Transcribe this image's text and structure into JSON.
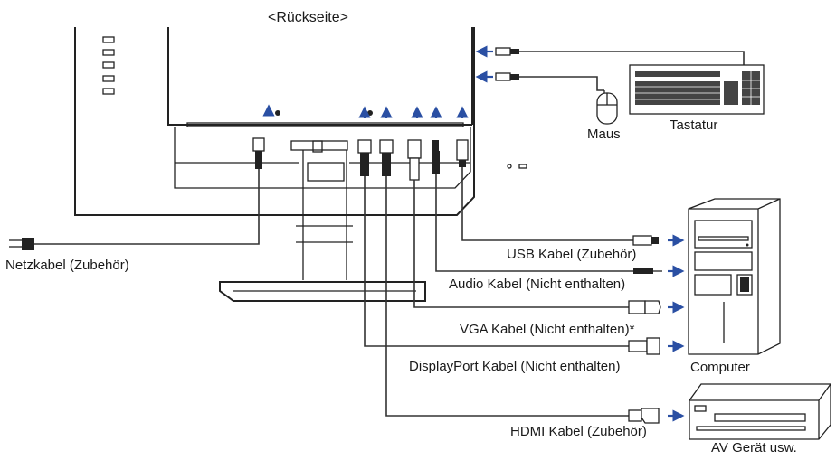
{
  "title": "<Rückseite>",
  "labels": {
    "netzkabel": "Netzkabel (Zubehör)",
    "usb": "USB Kabel (Zubehör)",
    "audio": "Audio Kabel (Nicht enthalten)",
    "vga": "VGA Kabel (Nicht enthalten)*",
    "displayport": "DisplayPort Kabel (Nicht enthalten)",
    "hdmi": "HDMI Kabel (Zubehör)",
    "maus": "Maus",
    "tastatur": "Tastatur",
    "computer": "Computer",
    "av": "AV Gerät usw."
  },
  "colors": {
    "arrow": "#2a4fa3",
    "line": "#222222"
  }
}
